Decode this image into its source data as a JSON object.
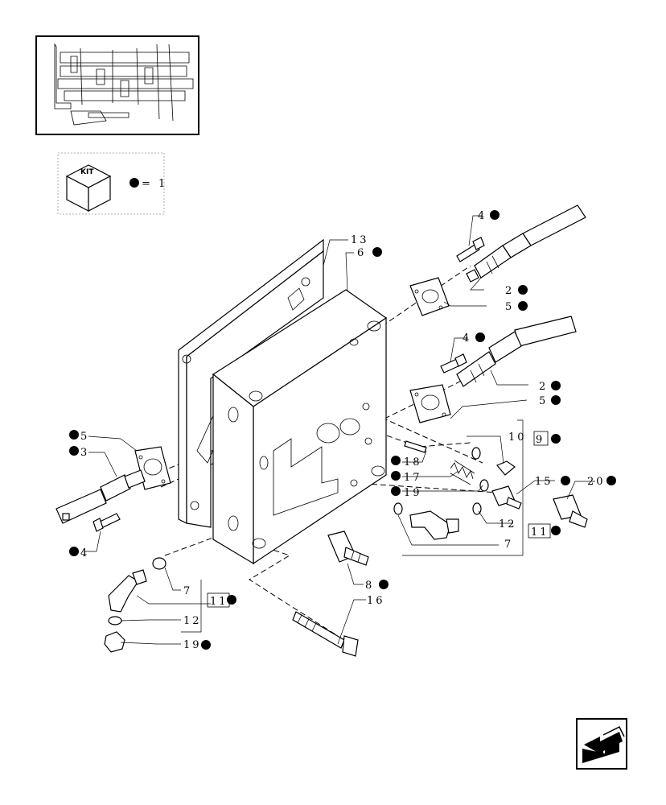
{
  "legend": {
    "kit_label": "KIT",
    "equals_text": "= 1"
  },
  "callouts": [
    {
      "id": "c13",
      "text": "13",
      "dot": false
    },
    {
      "id": "c6",
      "text": "6",
      "dot": true
    },
    {
      "id": "c4a",
      "text": "4",
      "dot": true
    },
    {
      "id": "c2a",
      "text": "2",
      "dot": true
    },
    {
      "id": "c5a",
      "text": "5",
      "dot": true
    },
    {
      "id": "c4b",
      "text": "4",
      "dot": true
    },
    {
      "id": "c2b",
      "text": "2",
      "dot": true
    },
    {
      "id": "c5b",
      "text": "5",
      "dot": true
    },
    {
      "id": "c10",
      "text": "10",
      "dot": false
    },
    {
      "id": "c9",
      "text": "9",
      "dot": true,
      "boxed": true
    },
    {
      "id": "c18",
      "text": "18",
      "dot": true
    },
    {
      "id": "c17",
      "text": "17",
      "dot": true
    },
    {
      "id": "c19a",
      "text": "19",
      "dot": true
    },
    {
      "id": "c15",
      "text": "15",
      "dot": true
    },
    {
      "id": "c20",
      "text": "20",
      "dot": true
    },
    {
      "id": "c12a",
      "text": "12",
      "dot": false
    },
    {
      "id": "c11a",
      "text": "11",
      "dot": true,
      "boxed": true
    },
    {
      "id": "c7a",
      "text": "7",
      "dot": false
    },
    {
      "id": "c5c",
      "text": "5",
      "dot": true
    },
    {
      "id": "c3",
      "text": "3",
      "dot": true
    },
    {
      "id": "c4c",
      "text": "4",
      "dot": true
    },
    {
      "id": "c8",
      "text": "8",
      "dot": true
    },
    {
      "id": "c16",
      "text": "16",
      "dot": false
    },
    {
      "id": "c7b",
      "text": "7",
      "dot": false
    },
    {
      "id": "c11b",
      "text": "11",
      "dot": true,
      "boxed": true
    },
    {
      "id": "c12b",
      "text": "12",
      "dot": false
    },
    {
      "id": "c19b",
      "text": "19",
      "dot": true
    }
  ]
}
